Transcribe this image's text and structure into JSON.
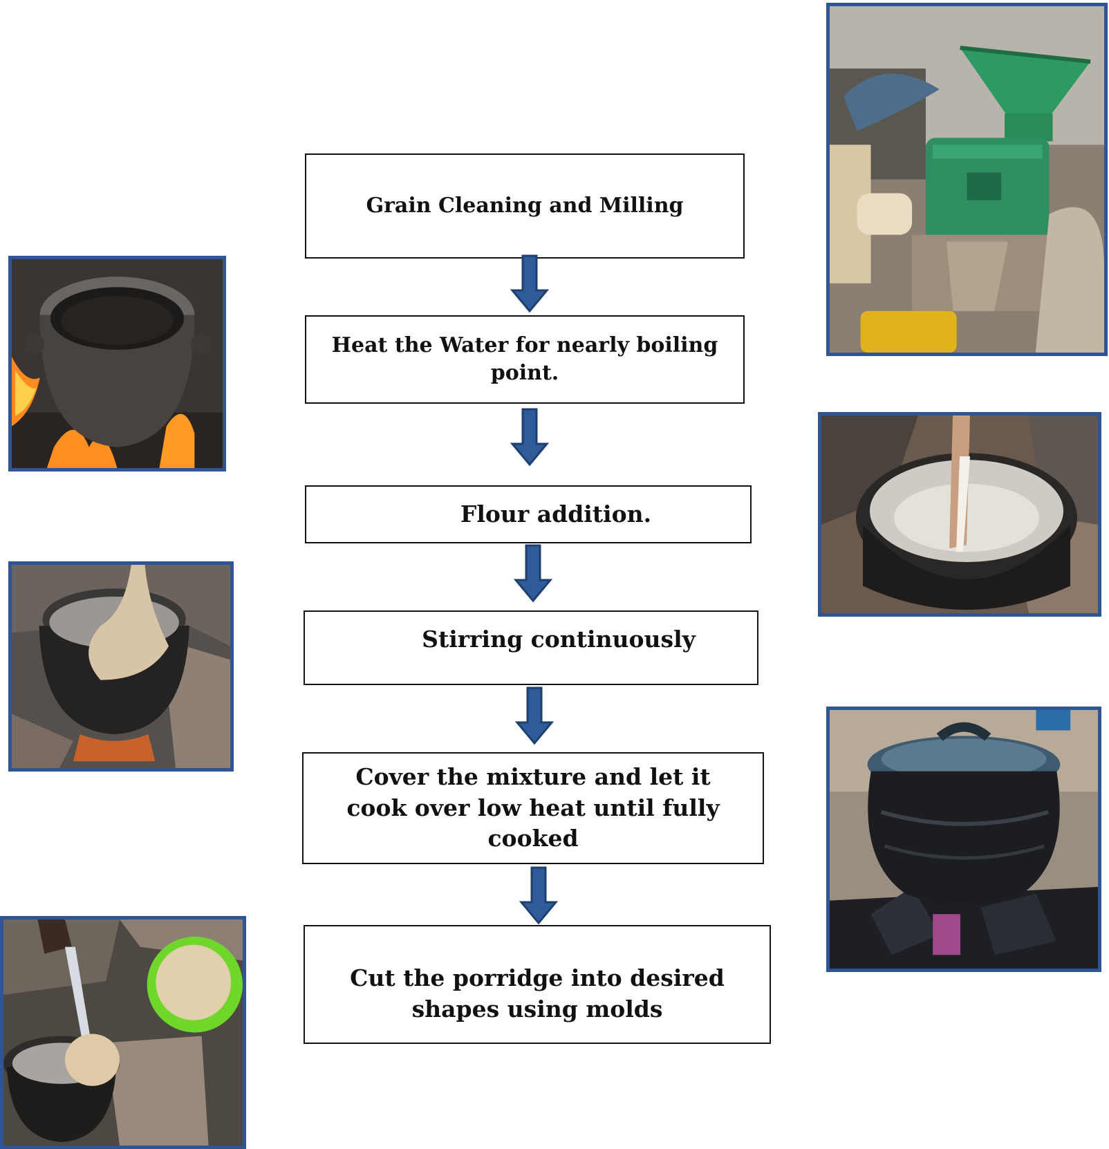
{
  "diagram": {
    "steps": [
      {
        "id": "grain-cleaning",
        "label": "Grain Cleaning and Milling"
      },
      {
        "id": "heat-water",
        "label": "Heat the Water for nearly boiling point."
      },
      {
        "id": "flour-addition",
        "label": "Flour addition."
      },
      {
        "id": "stirring",
        "label": "Stirring continuously"
      },
      {
        "id": "cover-cook",
        "label": "Cover the mixture and let it cook over low heat until fully cooked"
      },
      {
        "id": "cut-porridge",
        "label": "Cut the porridge into desired shapes using molds"
      }
    ],
    "photos": [
      {
        "id": "milling-machine",
        "depicts": "green grain milling machine"
      },
      {
        "id": "pot-over-fire",
        "depicts": "pot of water over fire"
      },
      {
        "id": "flour-pouring",
        "depicts": "flour being poured into pot"
      },
      {
        "id": "stirring-pot",
        "depicts": "stirring porridge in pot"
      },
      {
        "id": "covered-pot",
        "depicts": "covered pot over charcoal"
      },
      {
        "id": "molding",
        "depicts": "scooping porridge into green bowl"
      }
    ],
    "colors": {
      "arrow": "#2e5c9a",
      "frame": "#2f5597",
      "border": "#111111"
    }
  }
}
